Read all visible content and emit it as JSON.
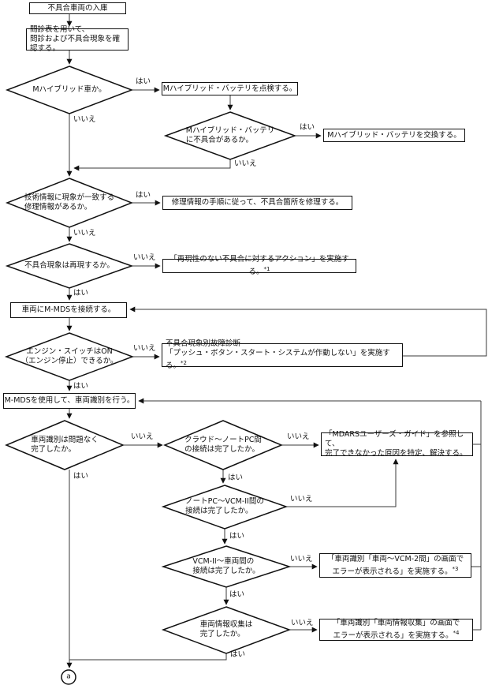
{
  "diagram_type": "flowchart",
  "colors": {
    "background": "#ffffff",
    "line": "#3a3a3a",
    "shape_border": "#111111",
    "text": "#111111"
  },
  "labels": {
    "yes": "はい",
    "no": "いいえ"
  },
  "nodes": {
    "start": {
      "text": "不具合車両の入庫"
    },
    "interview": {
      "line1": "問診表を用いて、",
      "line2": "問診および不具合現象を確認する。"
    },
    "d_mhybrid": {
      "text": "Mハイブリッド車か。"
    },
    "p_batt_inspect": {
      "text": "Mハイブリッド・バッテリを点検する。"
    },
    "d_batt_fault": {
      "line1": "Mハイブリッド・バッテリ",
      "line2": "に不具合があるか。"
    },
    "p_batt_replace": {
      "text": "Mハイブリッド・バッテリを交換する。"
    },
    "d_techinfo": {
      "line1": "技術情報に現象が一致する",
      "line2": "修理情報があるか。"
    },
    "p_repair": {
      "text": "修理情報の手順に従って、不具合箇所を修理する。"
    },
    "d_repro": {
      "text": "不具合現象は再現するか。"
    },
    "p_norepro": {
      "text": "「再現性のない不具合に対するアクション」を実施する。",
      "ref": "*1"
    },
    "p_connect": {
      "text": "車両にM-MDSを接続する。"
    },
    "d_engine": {
      "line1": "エンジン・スイッチはON",
      "line2": "（エンジン停止）できるか。"
    },
    "p_pbss": {
      "line1": "不具合現象別故障診断",
      "line2": "「プッシュ・ボタン・スタート・システムが作動しない」を実施する。",
      "ref": "*2"
    },
    "p_ident": {
      "text": "M-MDSを使用して、車両識別を行う。"
    },
    "d_ident_ok": {
      "line1": "車両識別は問題なく",
      "line2": "完了したか。"
    },
    "d_cloud": {
      "line1": "クラウド～ノートPC間",
      "line2": "の接続は完了したか。"
    },
    "p_mdars": {
      "line1": "「MDARSユーザーズ・ガイド」を参照して、",
      "line2": "完了できなかった原因を特定、解決する。"
    },
    "d_pcvcm": {
      "line1": "ノートPC～VCM-II間の",
      "line2": "接続は完了したか。"
    },
    "d_vcmveh": {
      "line1": "VCM-II～車両間の",
      "line2": "接続は完了したか。"
    },
    "p_vcm2err": {
      "line1": "「車両識別「車両～VCM-2間」の画面で",
      "line2": "エラーが表示される」を実施する。",
      "ref": "*3"
    },
    "d_infocol": {
      "line1": "車両情報収集は",
      "line2": "完了したか。"
    },
    "p_infoerr": {
      "line1": "「車両識別「車両情報収集」の画面で",
      "line2": "エラーが表示される」を実施する。",
      "ref": "*4"
    },
    "conn_a": {
      "text": "a"
    }
  }
}
